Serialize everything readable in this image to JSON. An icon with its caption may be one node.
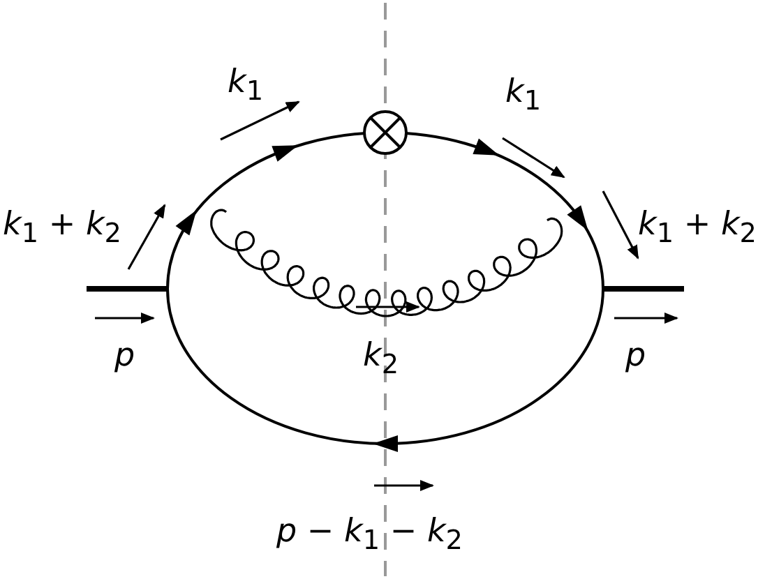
{
  "diagram": {
    "labels": [
      "*k*$_{1}$",
      "*k*$_{1}$",
      "*k*$_{1}$ + *k*$_{2}$",
      "*k*$_{1}$ + *k*$_{2}$",
      "*p*",
      "*k*$_{2}$",
      "*p*",
      "*p* − *k*$_{1}$ − *k*$_{2}$"
    ]
  }
}
